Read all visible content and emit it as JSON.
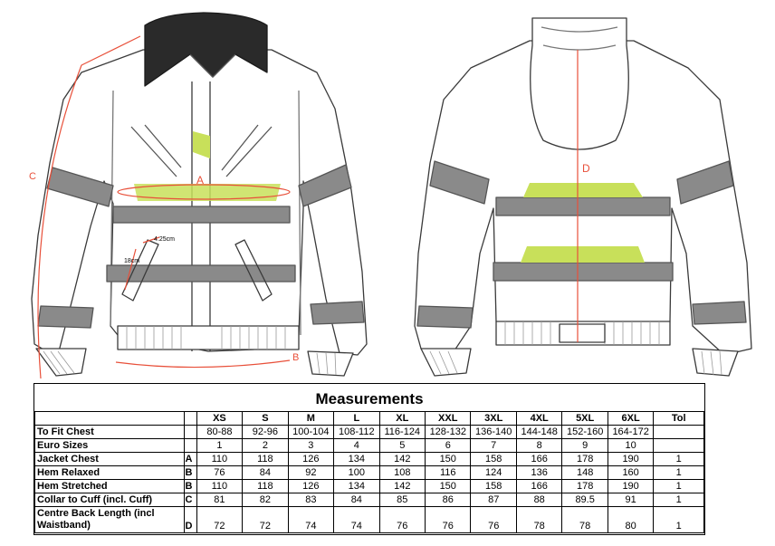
{
  "illustration": {
    "labels": {
      "a": "A",
      "b": "B",
      "c": "C",
      "d": "D",
      "pocket_width": "4.25cm",
      "pocket_height": "18cm"
    },
    "colors": {
      "reflective": "#8a8a8a",
      "fluorescent": "#c8e05a",
      "collar": "#2a2a2a",
      "measure_line": "#e8503a",
      "outline": "#3a3a3a"
    }
  },
  "table": {
    "title": "Measurements",
    "sizes": [
      "XS",
      "S",
      "M",
      "L",
      "XL",
      "XXL",
      "3XL",
      "4XL",
      "5XL",
      "6XL"
    ],
    "tol_header": "Tol",
    "rows": [
      {
        "label": "To Fit Chest",
        "letter": "",
        "values": [
          "80-88",
          "92-96",
          "100-104",
          "108-112",
          "116-124",
          "128-132",
          "136-140",
          "144-148",
          "152-160",
          "164-172"
        ],
        "tol": ""
      },
      {
        "label": "Euro Sizes",
        "letter": "",
        "values": [
          "1",
          "2",
          "3",
          "4",
          "5",
          "6",
          "7",
          "8",
          "9",
          "10"
        ],
        "tol": ""
      },
      {
        "label": "Jacket Chest",
        "letter": "A",
        "values": [
          "110",
          "118",
          "126",
          "134",
          "142",
          "150",
          "158",
          "166",
          "178",
          "190"
        ],
        "tol": "1"
      },
      {
        "label": "Hem Relaxed",
        "letter": "B",
        "values": [
          "76",
          "84",
          "92",
          "100",
          "108",
          "116",
          "124",
          "136",
          "148",
          "160"
        ],
        "tol": "1"
      },
      {
        "label": "Hem Stretched",
        "letter": "B",
        "values": [
          "110",
          "118",
          "126",
          "134",
          "142",
          "150",
          "158",
          "166",
          "178",
          "190"
        ],
        "tol": "1"
      },
      {
        "label": "Collar to Cuff (incl. Cuff)",
        "letter": "C",
        "values": [
          "81",
          "82",
          "83",
          "84",
          "85",
          "86",
          "87",
          "88",
          "89.5",
          "91"
        ],
        "tol": "1"
      },
      {
        "label": "Centre Back Length (incl Waistband)",
        "letter": "D",
        "values": [
          "72",
          "72",
          "74",
          "74",
          "76",
          "76",
          "76",
          "78",
          "78",
          "80"
        ],
        "tol": "1"
      }
    ]
  }
}
